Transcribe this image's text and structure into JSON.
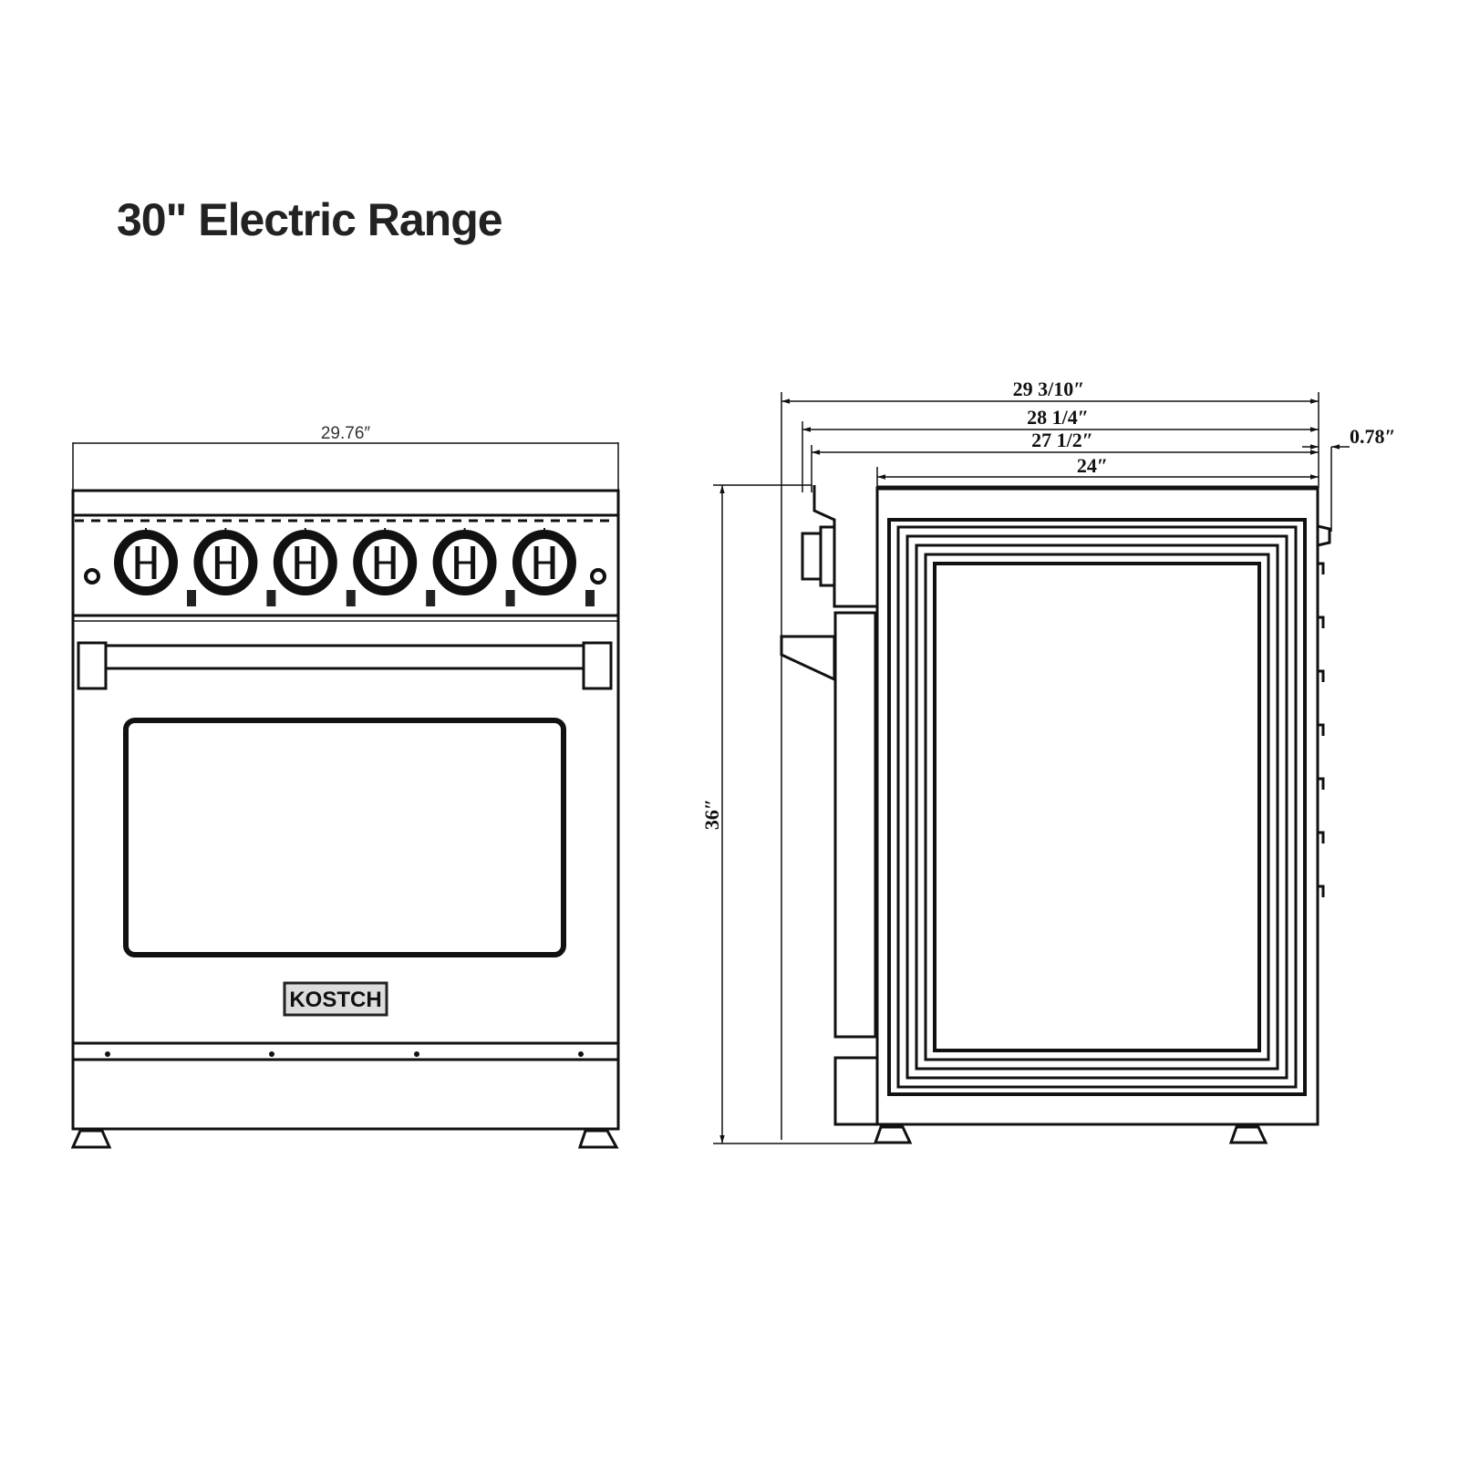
{
  "title": "30\" Electric Range",
  "brand_logo": "KOSTCH",
  "front_view": {
    "width_dim": "29.76″",
    "knob_count": 6
  },
  "side_view": {
    "dims": {
      "overall_depth": "29 3/10″",
      "depth_2": "28 1/4″",
      "depth_3": "27 1/2″",
      "body_depth": "24″",
      "offset": "0.78″",
      "height": "36″"
    }
  }
}
